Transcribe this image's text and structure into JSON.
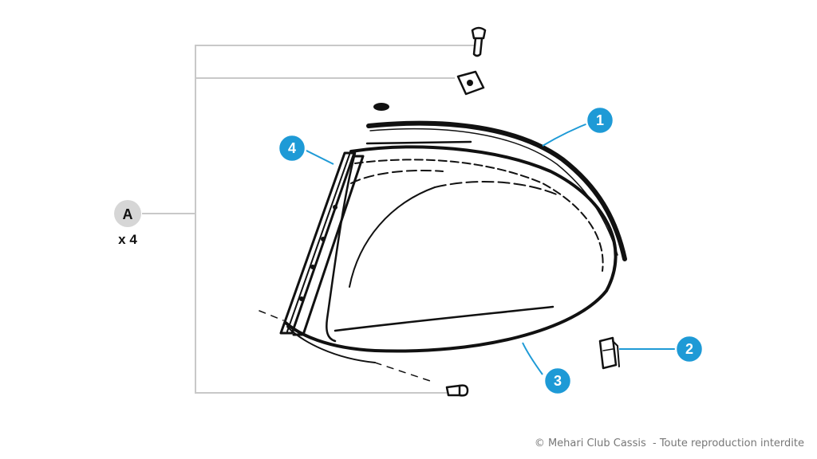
{
  "group": {
    "label": "A",
    "quantity": "x 4"
  },
  "callouts": [
    {
      "number": "1"
    },
    {
      "number": "2"
    },
    {
      "number": "3"
    },
    {
      "number": "4"
    }
  ],
  "footer": {
    "copyright": "© Mehari Club Cassis  - Toute reproduction interdite"
  },
  "colors": {
    "callout": "#1e9ad6",
    "bracket": "#c8c8c8",
    "ink": "#111111",
    "group_badge": "#d6d6d6",
    "footer_text": "#777777"
  }
}
